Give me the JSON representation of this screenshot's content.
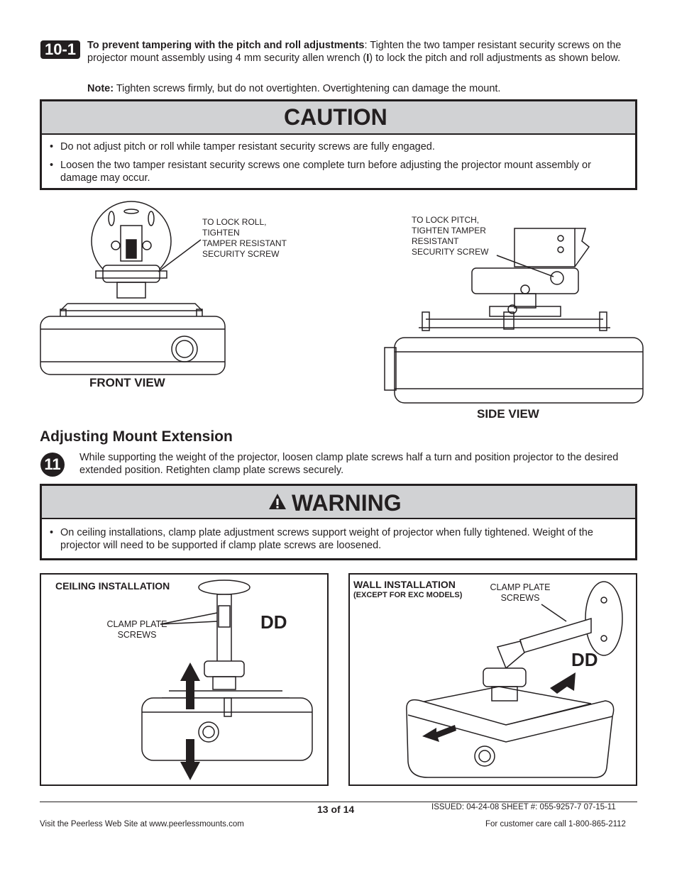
{
  "step_10_1": {
    "badge": "10-1",
    "lead_bold": "To prevent tampering with the pitch and roll adjustments",
    "lead_text_1": ":  Tighten the two tamper resistant security screws on the projector mount assembly using 4 mm security allen wrench (",
    "wrench_letter": "I",
    "lead_text_2": ") to lock the pitch and roll adjustments as shown below.",
    "note_label": "Note:",
    "note_text": " Tighten screws firmly, but do not overtighten. Overtightening can damage the mount."
  },
  "caution": {
    "title": "CAUTION",
    "bullets": [
      "Do not adjust pitch or roll while tamper resistant security screws are fully engaged.",
      "Loosen the two tamper resistant security screws one complete turn before adjusting the projector mount assembly or damage may occur."
    ]
  },
  "front_view": {
    "callout_1": "TO LOCK ROLL,",
    "callout_2": "TIGHTEN",
    "callout_3": "TAMPER  RESISTANT",
    "callout_4": "SECURITY  SCREW",
    "label": "FRONT VIEW"
  },
  "side_view": {
    "callout_1": "TO LOCK PITCH,",
    "callout_2": "TIGHTEN TAMPER",
    "callout_3": "RESISTANT",
    "callout_4": "SECURITY  SCREW",
    "label": "SIDE VIEW"
  },
  "section_heading": "Adjusting Mount Extension",
  "step_11": {
    "badge": "11",
    "text": "While supporting the weight of the projector, loosen clamp plate screws half a turn and position projector to the desired extended position. Retighten clamp plate screws securely."
  },
  "warning": {
    "title": "WARNING",
    "bullets": [
      "On ceiling installations, clamp plate adjustment screws support weight of projector when fully tightened. Weight of the projector will need to be supported if clamp plate screws are  loosened."
    ]
  },
  "ceiling": {
    "title": "CEILING INSTALLATION",
    "callout_1": "CLAMP PLATE",
    "callout_2": "SCREWS",
    "dd": "DD"
  },
  "wall": {
    "title": "WALL INSTALLATION",
    "subtitle": "(EXCEPT FOR EXC MODELS)",
    "callout_1": "CLAMP PLATE",
    "callout_2": "SCREWS",
    "dd": "DD"
  },
  "footer": {
    "page": "13 of 14",
    "issued": "ISSUED: 04-24-08  SHEET #: 055-9257-7  07-15-11",
    "website": "Visit the Peerless Web Site at www.peerlessmounts.com",
    "care": "For customer care call 1-800-865-2112"
  }
}
